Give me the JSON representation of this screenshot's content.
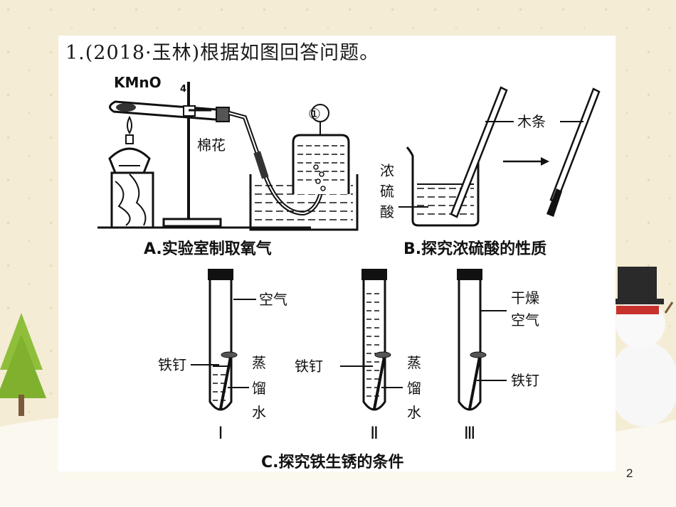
{
  "question": {
    "title": "1.(2018·玉林)根据如图回答问题。",
    "page_number": "2"
  },
  "figure_a": {
    "caption": "A.实验室制取氧气",
    "reagent": "KMnO",
    "reagent_subscript": "4",
    "cotton_label": "棉花",
    "bottle_marker": "①"
  },
  "figure_b": {
    "caption": "B.探究浓硫酸的性质",
    "stick_label": "木条",
    "acid_label_1": "浓",
    "acid_label_2": "硫",
    "acid_label_3": "酸"
  },
  "figure_c": {
    "caption": "C.探究铁生锈的条件",
    "tube1": {
      "numeral": "Ⅰ",
      "top_label": "空气",
      "nail_label": "铁钉",
      "water_1": "蒸",
      "water_2": "馏",
      "water_3": "水"
    },
    "tube2": {
      "numeral": "Ⅱ",
      "nail_label": "铁钉",
      "water_1": "蒸",
      "water_2": "馏",
      "water_3": "水"
    },
    "tube3": {
      "numeral": "Ⅲ",
      "air_1": "干燥",
      "air_2": "空气",
      "nail_label": "铁钉"
    }
  },
  "colors": {
    "background": "#f4ecd4",
    "tree": "#8fbf3a",
    "snowman_hat": "#2a2a2a"
  }
}
